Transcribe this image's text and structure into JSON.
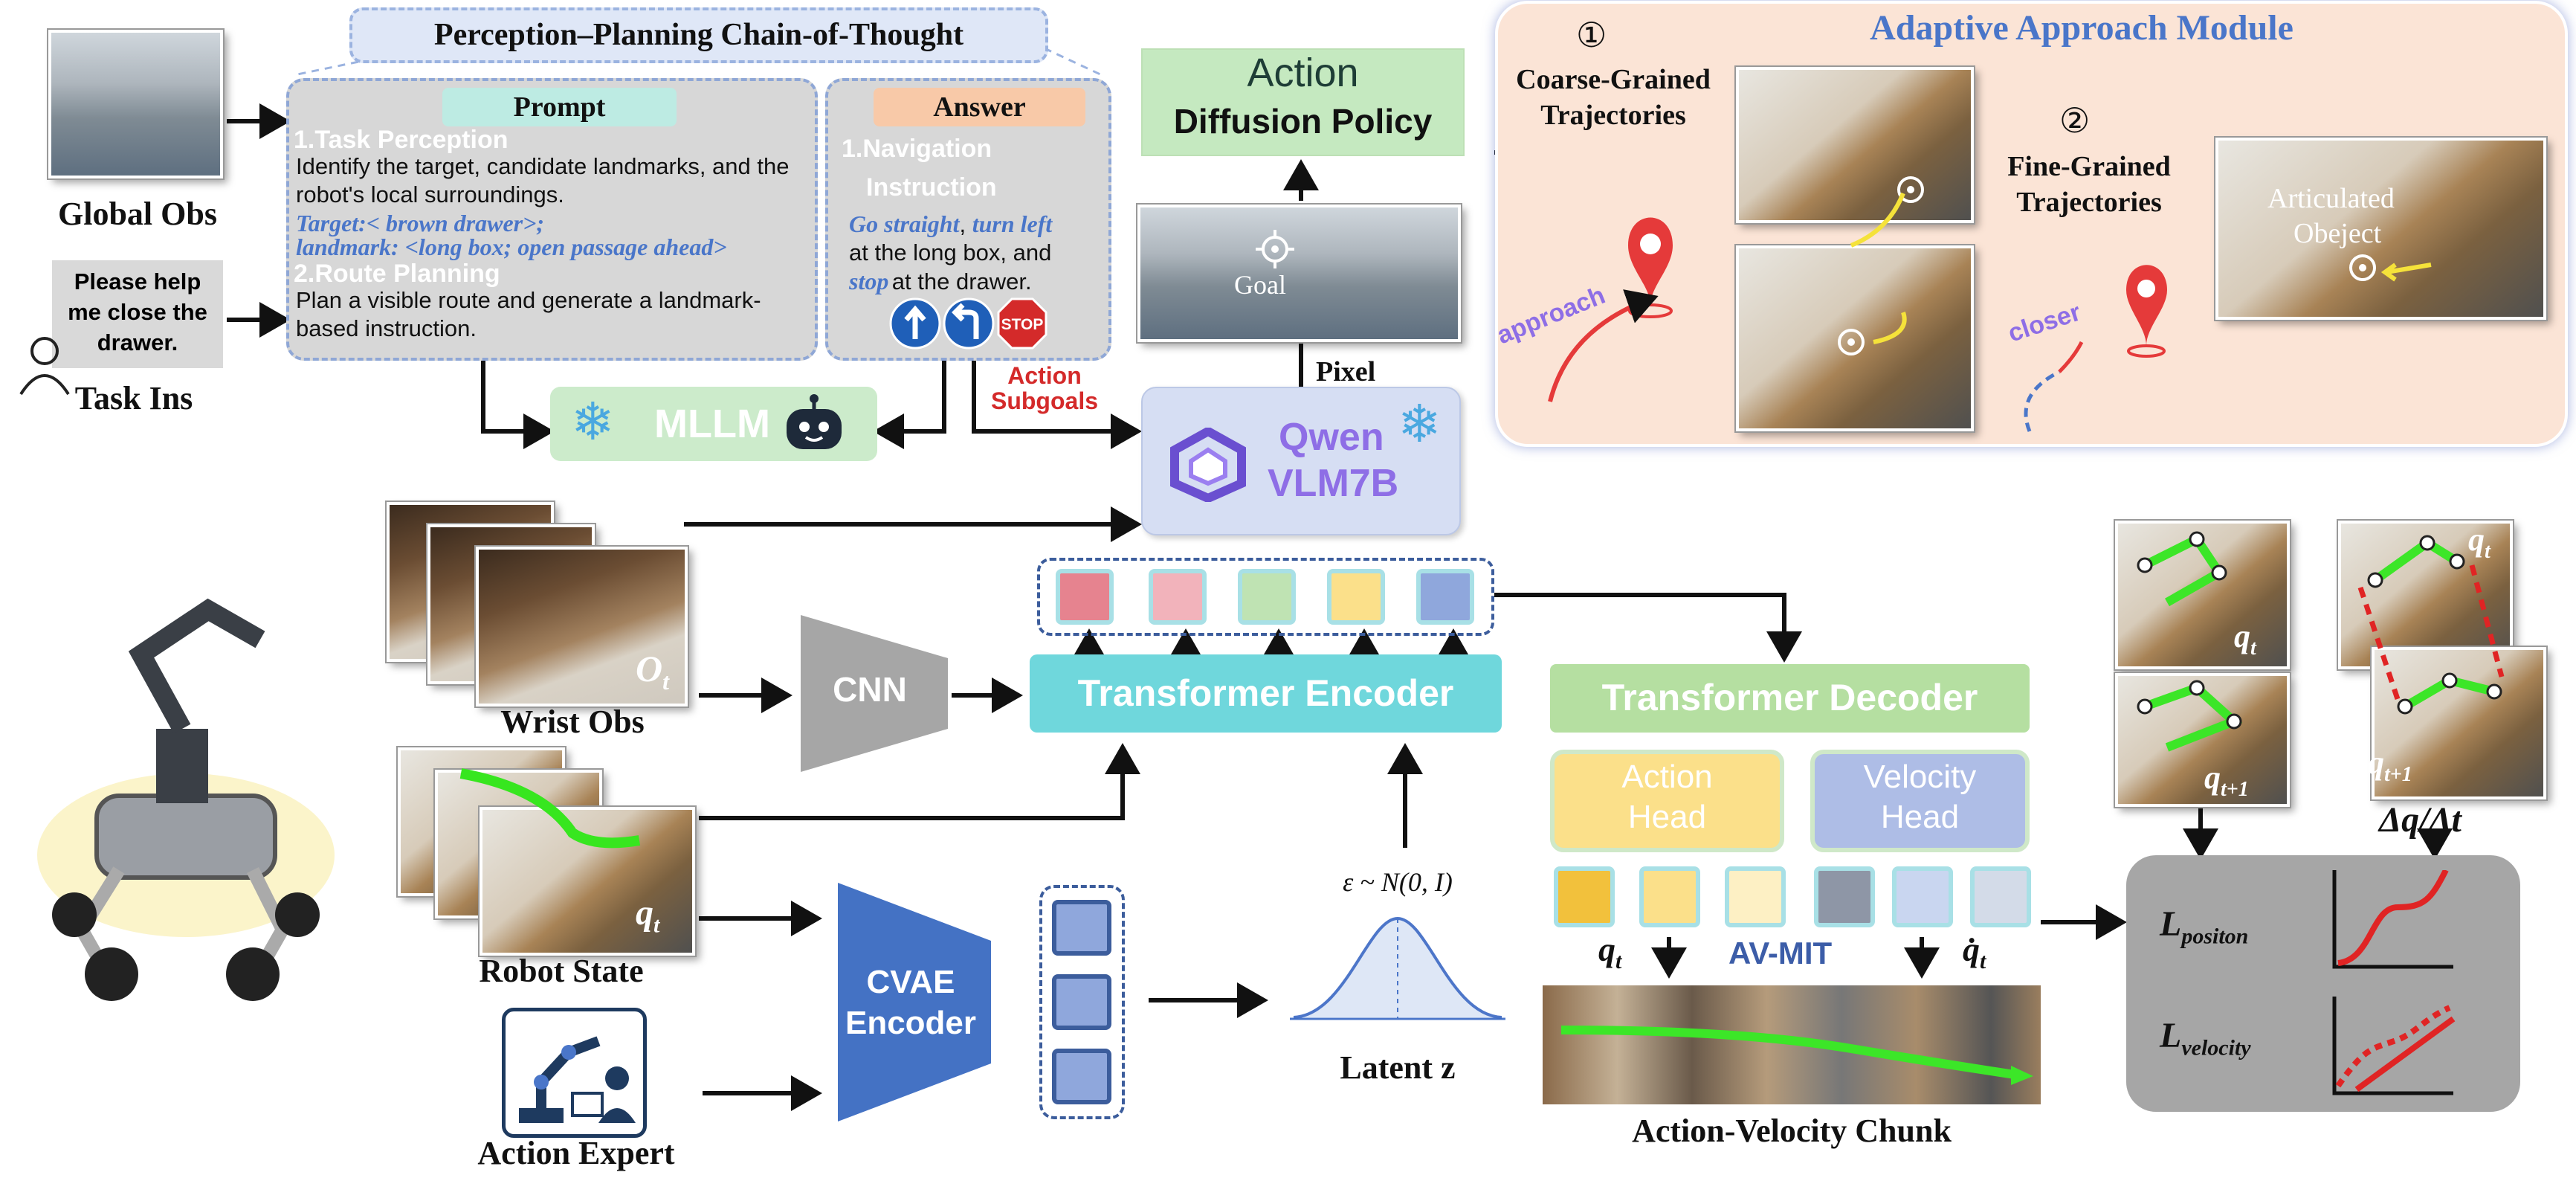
{
  "inputs": {
    "global_obs": "Global Obs",
    "task_instruction_text": "Please help me close the drawer.",
    "task_ins": "Task Ins",
    "wrist_obs": "Wrist Obs",
    "wrist_symbol": "O",
    "wrist_sub": "t",
    "robot_state": "Robot State",
    "robot_state_symbol": "q",
    "robot_state_sub": "t",
    "action_expert": "Action Expert"
  },
  "cot": {
    "title": "Perception–Planning Chain-of-Thought",
    "prompt_label": "Prompt",
    "answer_label": "Answer",
    "prompt_h1": "1.Task Perception",
    "prompt_t1": "Identify the target, candidate landmarks, and the robot's local surroundings.",
    "prompt_target": "Target:< brown drawer>;",
    "prompt_landmark": "landmark: <long box; open passage ahead>",
    "prompt_h2": "2.Route Planning",
    "prompt_t2": "Plan a visible route and generate a landmark-based instruction.",
    "answer_h1": "1.Navigation",
    "answer_h1b": "Instruction",
    "answer_go": "Go straight",
    "answer_turn": "turn left",
    "answer_t1": "at the long box, and",
    "answer_stop": "stop",
    "answer_t2": "at the drawer.",
    "stop_sign": "STOP",
    "mllm": "MLLM"
  },
  "policy": {
    "action_title": "Action",
    "policy_title": "Diffusion Policy",
    "goal": "Goal",
    "pixel": "Pixel",
    "action_subgoals_1": "Action",
    "action_subgoals_2": "Subgoals",
    "qwen_1": "Qwen",
    "qwen_2": "VLM7B"
  },
  "adaptive": {
    "title": "Adaptive Approach Module",
    "step1_num": "①",
    "step1_label_1": "Coarse-Grained",
    "step1_label_2": "Trajectories",
    "step2_num": "②",
    "step2_label_1": "Fine-Grained",
    "step2_label_2": "Trajectories",
    "approach": "approach",
    "closer": "closer",
    "articulated": "Articulated",
    "object": "Obeject"
  },
  "network": {
    "cnn": "CNN",
    "encoder": "Transformer Encoder",
    "decoder": "Transformer Decoder",
    "cvae_1": "CVAE",
    "cvae_2": "Encoder",
    "latent_formula": "ε ~ N(0, I)",
    "latent": "Latent z",
    "action_head_1": "Action",
    "action_head_2": "Head",
    "velocity_head_1": "Velocity",
    "velocity_head_2": "Head",
    "qt": "q",
    "qt_sub": "t",
    "avmit": "AV-MIT",
    "qdot": "q̇",
    "qdot_sub": "t",
    "chunk": "Action-Velocity Chunk"
  },
  "loss": {
    "qt": "q",
    "qt_sub": "t",
    "qt1": "q",
    "qt1_sub": "t+1",
    "dq": "Δq/Δt",
    "l_position": "L",
    "l_position_sub": "positon",
    "l_velocity": "L",
    "l_velocity_sub": "velocity"
  },
  "colors": {
    "token_colors": [
      "#e6838f",
      "#f2b3bb",
      "#bfe3b3",
      "#fbe08a",
      "#8fa7dc"
    ],
    "action_tokens": [
      "#f2c13c",
      "#fbe08a",
      "#fdf0c4"
    ],
    "velocity_tokens": [
      "#8e96a6",
      "#c9d6f0",
      "#d3dbe8"
    ],
    "encoder": "#6fd7dc",
    "decoder": "#b5dfa1",
    "cvae": "#4472c4",
    "adaptive_bg": "#fbe4d6",
    "loss_bg": "#a6a6a6"
  }
}
